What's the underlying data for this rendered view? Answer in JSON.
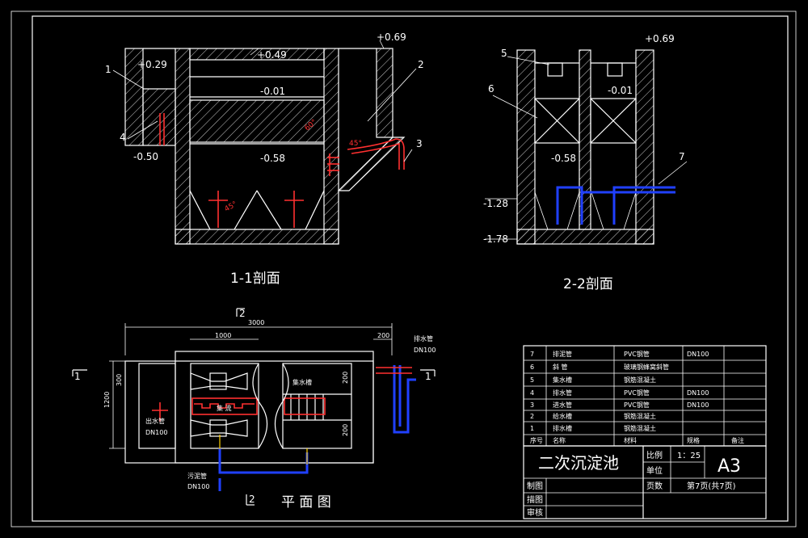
{
  "section11": {
    "title": "1-1剖面",
    "elev_029": "+0.29",
    "elev_049": "+0.49",
    "elev_069": "+0.69",
    "elev_m001": "-0.01",
    "elev_m050": "-0.50",
    "elev_m058": "-0.58",
    "angle_a": "60°",
    "angle_b": "45°",
    "angle_c": "45°",
    "tag1": "1",
    "tag2": "2",
    "tag3": "3",
    "tag4": "4"
  },
  "section22": {
    "title": "2-2剖面",
    "elev_069": "+0.69",
    "elev_m001": "-0.01",
    "elev_m058": "-0.58",
    "elev_m128": "-1.28",
    "elev_m178": "-1.78",
    "tag5": "5",
    "tag6": "6",
    "tag7": "7"
  },
  "plan": {
    "title": "平 面 图",
    "dim_3000": "3000",
    "dim_1000": "1000",
    "dim_200": "200",
    "dim_1200": "1200",
    "dim_300": "300",
    "dim_200b": "200",
    "dim_200c": "200",
    "cut1_left": "1",
    "cut1_right": "1",
    "cut2_top": "2",
    "cut2_bottom": "2",
    "drain_label": "排水管",
    "drain_dn": "DN100",
    "outlet_label": "出水管",
    "outlet_dn": "DN100",
    "sludge_label": "污泥管",
    "sludge_dn": "DN100",
    "collect_label": "集水槽",
    "weir_label": "集 流"
  },
  "bom": {
    "rows": [
      {
        "no": "7",
        "name": "排泥管",
        "material": "PVC钢管",
        "spec": "DN100",
        "note": ""
      },
      {
        "no": "6",
        "name": "斜 管",
        "material": "玻璃钢蜂窝斜管",
        "spec": "",
        "note": ""
      },
      {
        "no": "5",
        "name": "集水槽",
        "material": "钢筋混凝土",
        "spec": "",
        "note": ""
      },
      {
        "no": "4",
        "name": "排水管",
        "material": "PVC钢管",
        "spec": "DN100",
        "note": ""
      },
      {
        "no": "3",
        "name": "进水管",
        "material": "PVC钢管",
        "spec": "DN100",
        "note": ""
      },
      {
        "no": "2",
        "name": "给水槽",
        "material": "钢筋混凝土",
        "spec": "",
        "note": ""
      },
      {
        "no": "1",
        "name": "排水槽",
        "material": "钢筋混凝土",
        "spec": "",
        "note": ""
      }
    ],
    "header": {
      "no": "序号",
      "name": "名称",
      "material": "材料",
      "spec": "规格",
      "note": "备注"
    }
  },
  "titleblock": {
    "drawing_name": "二次沉淀池",
    "scale_label": "比例",
    "scale_value": "1：25",
    "sheet_size": "A3",
    "unit_label": "单位",
    "page_label": "页数",
    "page_value": "第7页(共7页)",
    "drawn_by": "制图",
    "traced_by": "描图",
    "checked_by": "审核"
  }
}
